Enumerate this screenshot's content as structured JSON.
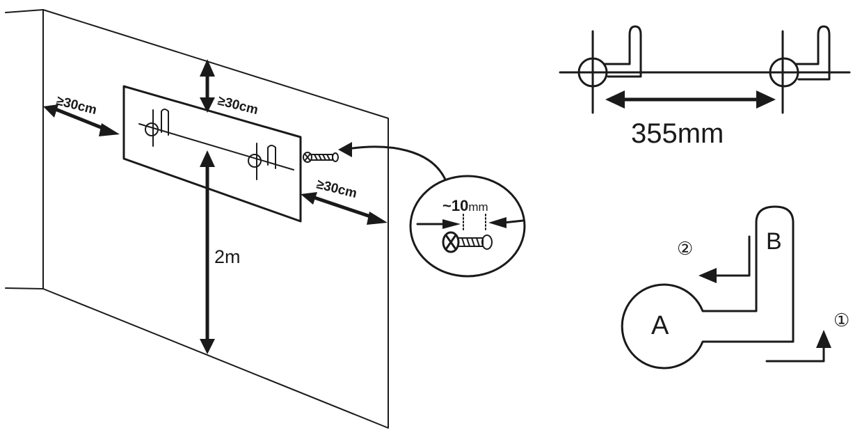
{
  "wall_diagram": {
    "top_clearance": "≥30cm",
    "left_clearance": "≥30cm",
    "right_clearance": "≥30cm",
    "mount_height": "2m"
  },
  "screw_detail": {
    "protrusion": "~10",
    "protrusion_unit": "mm"
  },
  "hook_spacing": {
    "distance": "355mm"
  },
  "keyhole_detail": {
    "slot_a": "A",
    "slot_b": "B",
    "step_1": "①",
    "step_2": "②"
  }
}
